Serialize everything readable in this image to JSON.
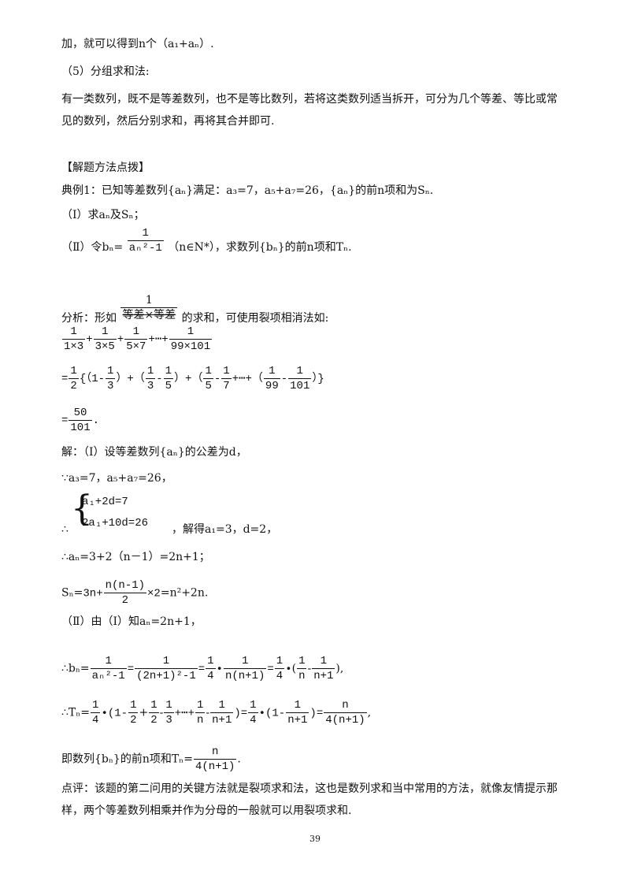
{
  "lines": {
    "l1": "加，就可以得到n个（a₁+aₙ）.",
    "l2": "（5）分组求和法:",
    "l3": "有一类数列，既不是等差数列，也不是等比数列，若将这类数列适当拆开，可分为几个等差、等比或常",
    "l4": "见的数列，然后分别求和，再将其合并即可.",
    "heading": "【解题方法点拨】",
    "ex1": "典例1：已知等差数列{aₙ}满足：a₃=7，a₅+a₇=26，{aₙ}的前n项和为Sₙ.",
    "q1": "（Ⅰ）求aₙ及Sₙ；",
    "q2_prefix": "（Ⅱ）令bₙ=",
    "q2_suffix": "（n∈N*），求数列{bₙ}的前n项和Tₙ.",
    "analysis_prefix": "分析：形如",
    "analysis_suffix": "的求和，可使用裂项相消法如:",
    "sol1": "解：（Ⅰ）设等差数列{aₙ}的公差为d，",
    "sol2": "∵a₃=7，a₅+a₇=26，",
    "sys_row1": "a₁+2d=7",
    "sys_row2": "2a₁+10d=26",
    "sys_prefix": "∴",
    "sys_suffix": "，解得a₁=3，d=2，",
    "an": "∴aₙ=3+2（n－1）=2n+1；",
    "sn_prefix": "Sₙ=",
    "sn_suffix": "=n²+2n.",
    "p2": "（Ⅱ）由（Ⅰ）知aₙ=2n+1，",
    "bn_prefix": "∴bₙ=",
    "tn_prefix": "∴Tₙ=",
    "final_prefix": "即数列{bₙ}的前n项和Tₙ=",
    "comment1": "点评：该题的第二问用的关键方法就是裂项求和法，这也是数列求和当中常用的方法，就像友情提示那",
    "comment2": "样，两个等差数列相乘并作为分母的一般就可以用裂项求和."
  },
  "math": {
    "one": "1",
    "an2m1": "aₙ²-1",
    "dengcha": "等差×等差",
    "t13": "1×3",
    "t35": "3×5",
    "t57": "5×7",
    "t99": "99×101",
    "plus": "+",
    "dots": "+⋯+",
    "half": "2",
    "eq": "=",
    "part1": "{（1-",
    "three": "3",
    "five": "5",
    "seven": "7",
    "ninetynine": "99",
    "onezeroone": "101",
    "rp": "）+（",
    "end": "）}",
    "fifty": "50",
    "dotfinal": ".",
    "sn_left": "3n+",
    "nn1": "n(n-1)",
    "sn_x2": "×2",
    "bn_mid1": "(2n+1)²-1",
    "four": "4",
    "nnp1": "n(n+1)",
    "dot": "•",
    "n": "n",
    "np1": "n+1",
    "four_np1": "4(n+1)",
    "lpar": "(1-",
    "rpar": ")",
    "comma": ","
  },
  "page": {
    "number": "39"
  }
}
